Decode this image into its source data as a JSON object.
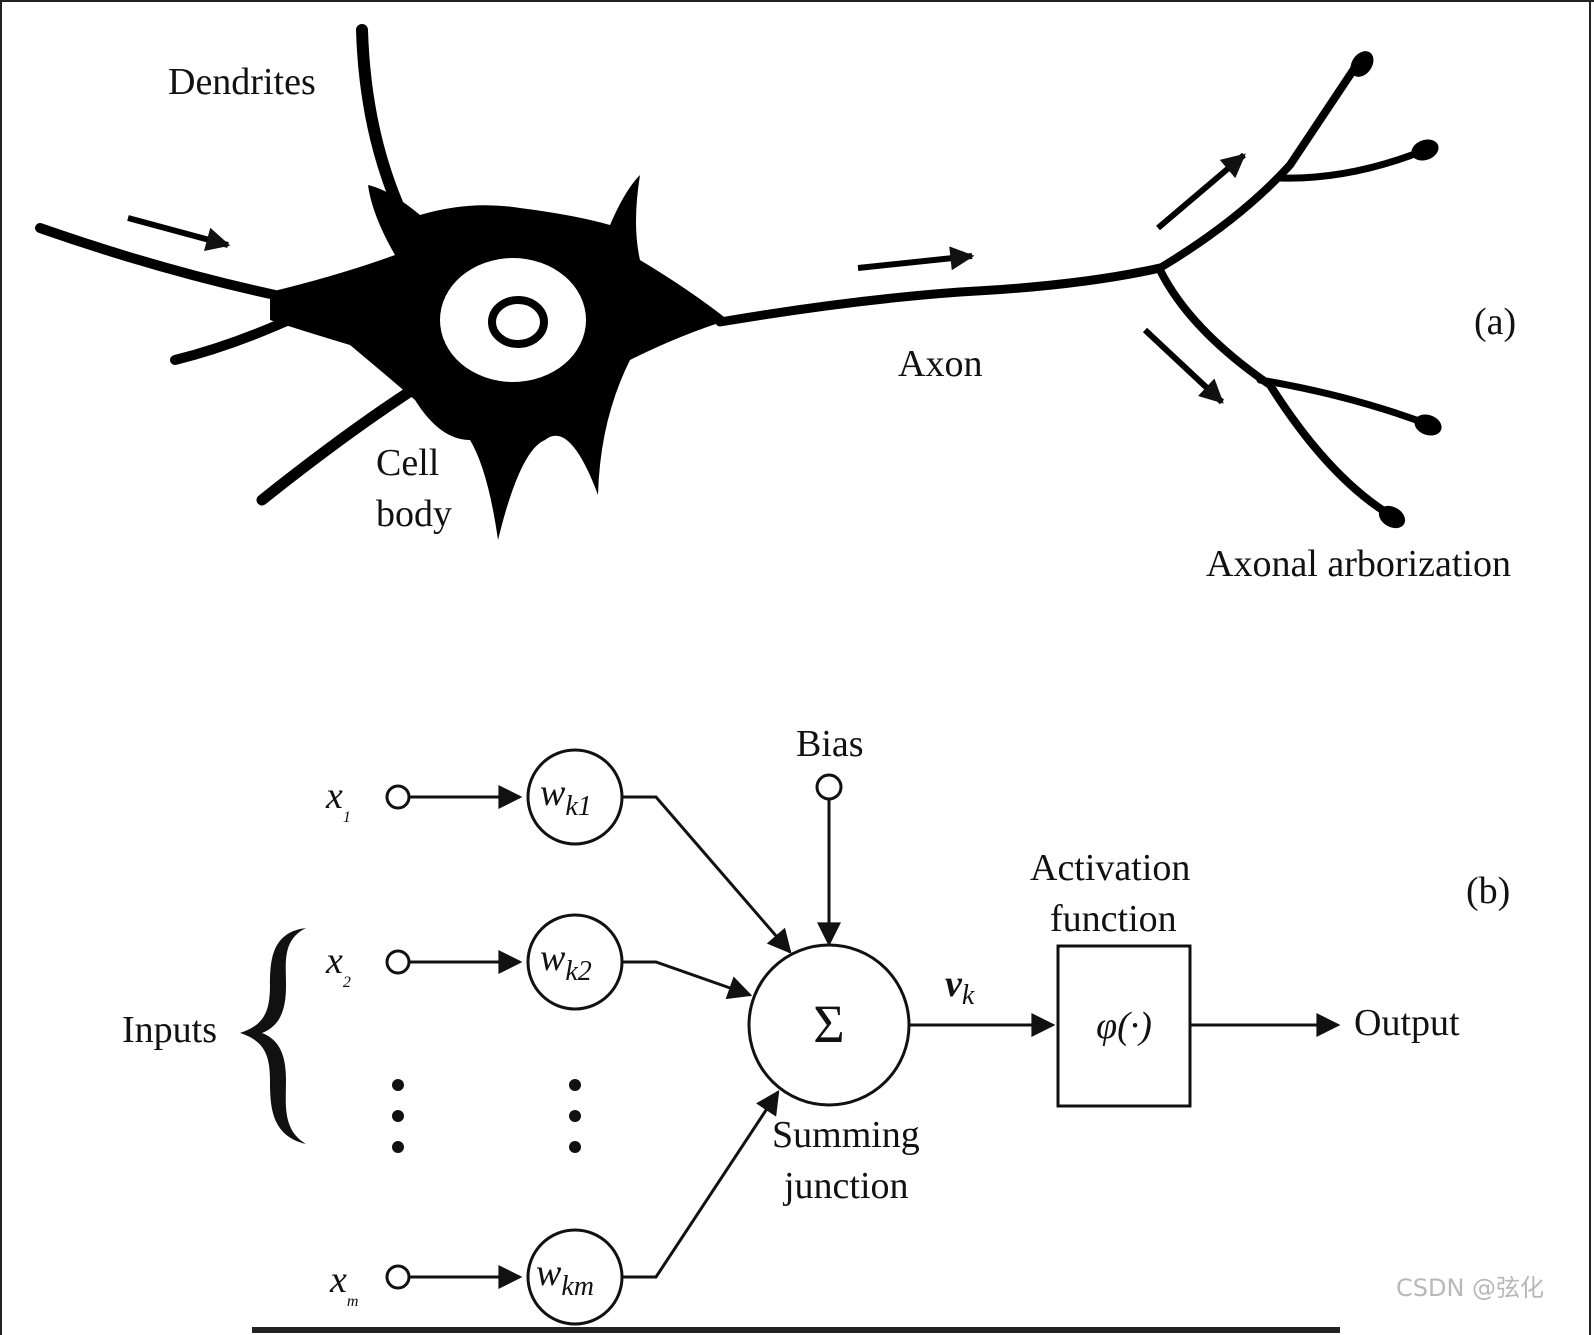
{
  "panel_a": {
    "tag": "(a)",
    "labels": {
      "dendrites": "Dendrites",
      "cell_line1": "Cell",
      "cell_line2": "body",
      "axon": "Axon",
      "arborization": "Axonal arborization"
    }
  },
  "panel_b": {
    "tag": "(b)",
    "bias": "Bias",
    "inputs_label": "Inputs",
    "inputs": [
      {
        "sym": "x",
        "sub": "1",
        "weight": "w",
        "wsub": "k1"
      },
      {
        "sym": "x",
        "sub": "2",
        "weight": "w",
        "wsub": "k2"
      },
      {
        "sym": "x",
        "sub": "m",
        "weight": "w",
        "wsub": "km"
      }
    ],
    "sum_symbol": "Σ",
    "summing_line1": "Summing",
    "summing_line2": "junction",
    "v_symbol": "v",
    "v_sub": "k",
    "activation_line1": "Activation",
    "activation_line2": "function",
    "phi": "φ(·)",
    "output": "Output"
  },
  "watermark": "CSDN @弦化"
}
